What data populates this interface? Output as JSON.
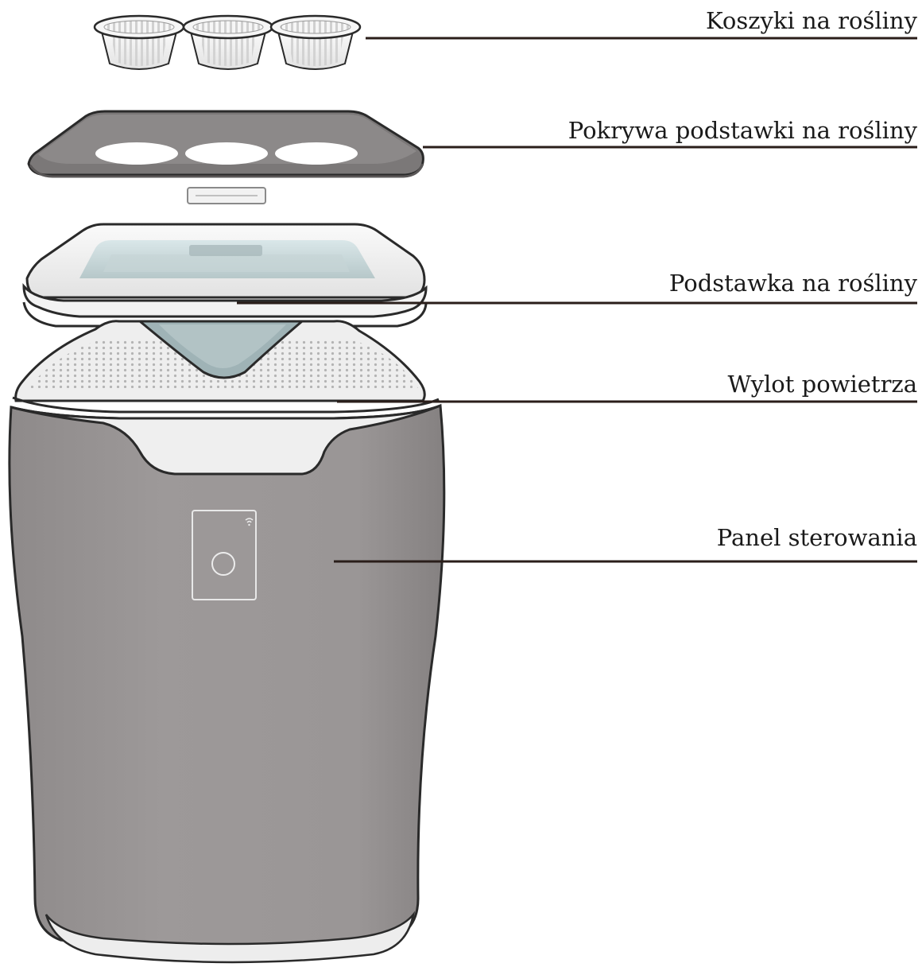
{
  "diagram": {
    "parts": [
      {
        "id": "plant-baskets",
        "label": "Koszyki na rośliny"
      },
      {
        "id": "plant-tray-lid",
        "label": "Pokrywa podstawki na rośliny"
      },
      {
        "id": "plant-tray",
        "label": "Podstawka na rośliny"
      },
      {
        "id": "air-outlet",
        "label": "Wylot powietrza"
      },
      {
        "id": "control-panel",
        "label": "Panel sterowania"
      }
    ]
  },
  "colors": {
    "body_gray": "#9a9696",
    "outline": "#2a2a2a",
    "white_part": "#f4f4f4",
    "leader_line": "#2a1e1a"
  }
}
